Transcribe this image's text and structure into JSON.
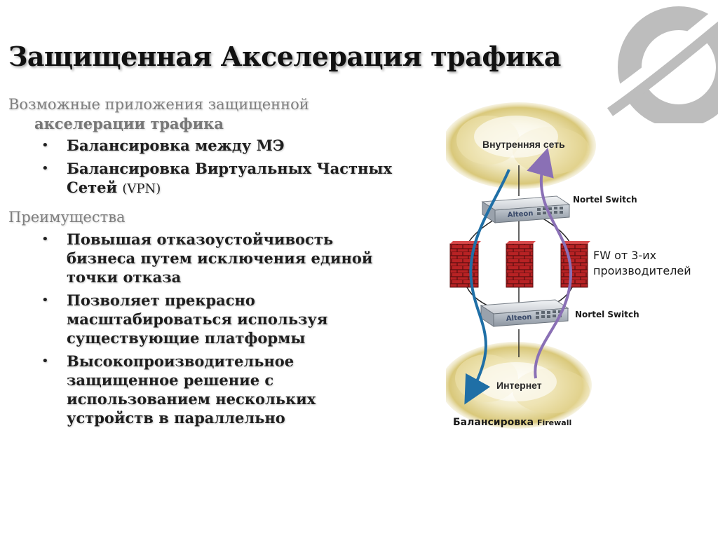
{
  "slide": {
    "title": "Защищенная Акселерация трафика",
    "section1": {
      "heading_line1": "Возможные приложения защищенной",
      "heading_line2": "акселерации трафика",
      "bullets": [
        {
          "text": "Балансировка между МЭ"
        },
        {
          "text": "Балансировка Виртуальных Частных Сетей",
          "suffix": "(VPN)"
        }
      ]
    },
    "section2": {
      "heading": "Преимущества",
      "bullets": [
        {
          "text": "Повышая отказоустойчивость бизнеса путем исключения единой точки отказа"
        },
        {
          "text": "Позволяет прекрасно масштабироваться используя существующие платформы"
        },
        {
          "text": "Высокопроизводительное защищенное решение с использованием нескольких устройств в параллельно"
        }
      ]
    },
    "bullet_glyph": "•"
  },
  "diagram": {
    "top_cloud_label": "Внутренняя сеть",
    "bottom_cloud_label": "Интернет",
    "switch_top_label": "Nortel Switch",
    "switch_bottom_label": "Nortel Switch",
    "switch_brand": "Alteon",
    "fw_label_line1": "FW от 3-их",
    "fw_label_line2": "производителей",
    "caption_main": "Балансировка",
    "caption_small": "Firewall",
    "colors": {
      "blue_flow": "#1f6fa6",
      "purple_flow": "#8a70b5",
      "firewall_brick": "#c0282a",
      "logo_gray": "#b9b9b9"
    }
  },
  "logo": {
    "icon": "nortel-globe-logo"
  }
}
